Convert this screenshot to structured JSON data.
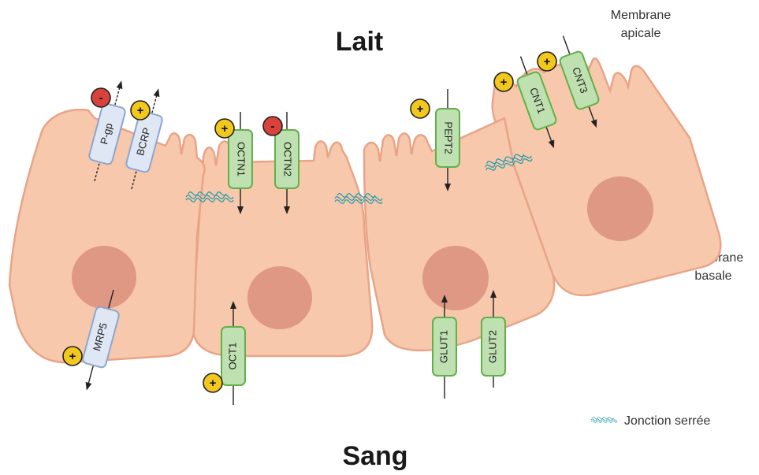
{
  "labels": {
    "top": "Lait",
    "bottom": "Sang",
    "apical_line1": "Membrane",
    "apical_line2": "apicale",
    "basal_line1": "Membrane",
    "basal_line2": "basale"
  },
  "legend": {
    "text": "Jonction serrée"
  },
  "transporters": {
    "pgp": "P-gp",
    "bcrp": "BCRP",
    "mrp5": "MRP5",
    "octn1": "OCTN1",
    "octn2": "OCTN2",
    "oct1": "OCT1",
    "pept2": "PEPT2",
    "glut1": "GLUT1",
    "glut2": "GLUT2",
    "cnt1": "CNT1",
    "cnt3": "CNT3"
  },
  "ions": {
    "plus": "+",
    "minus": "-"
  },
  "colors": {
    "cell": "#f7c8ab",
    "nucleus": "#d98f7c",
    "green_transporter": "#bfe0b0",
    "blue_transporter": "#dfe7f5",
    "cation": "#f2c81c",
    "anion": "#d9423b",
    "tight_junction": "#1c9aa8"
  }
}
